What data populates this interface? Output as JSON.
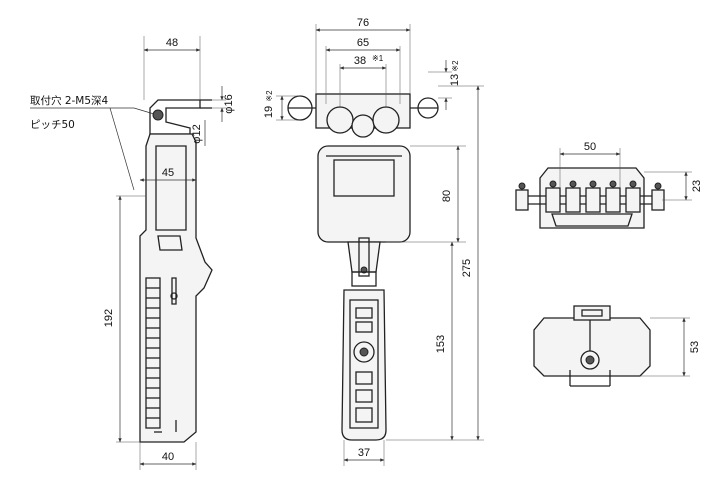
{
  "side_view": {
    "dim_top_width": "48",
    "dim_clamp_diameter": "φ16",
    "dim_rod_diameter": "φ12",
    "dim_body_width": "45",
    "dim_height": "192",
    "dim_bottom_width": "40",
    "mount_note_line1": "取付穴 2-M5深4",
    "mount_note_line2": "ピッチ50"
  },
  "front_view": {
    "dim_overall_width": "76",
    "dim_roller_span": "65",
    "dim_roller_pitch": "38",
    "dim_roller_pitch_note": "※1",
    "dim_left_offset": "19",
    "dim_left_offset_note": "※2",
    "dim_right_offset": "13",
    "dim_right_offset_note": "※2",
    "dim_head_height": "80",
    "dim_overall_height": "275",
    "dim_handle_height": "153",
    "dim_handle_width": "37"
  },
  "top_view": {
    "dim_width": "50",
    "dim_height": "23"
  },
  "bottom_view": {
    "dim_height": "53"
  },
  "colors": {
    "line": "#222222",
    "dimension": "#333333",
    "fill": "#f4f4f4"
  }
}
